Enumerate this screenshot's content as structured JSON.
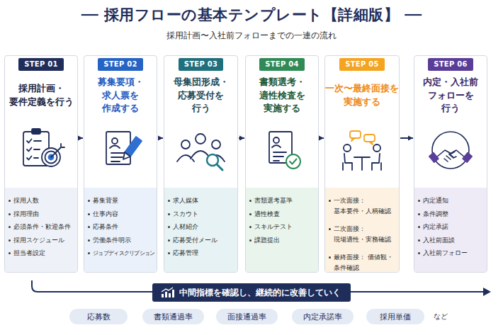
{
  "diagram": {
    "title": "採用フローの基本テンプレート【詳細版】",
    "nodes": [
      {
        "text": [
          "採用計画・ 要件定義を行う"
        ]
      },
      {
        "text": [
          "STEP 01"
        ],
        "in": 0
      },
      {
        "text": [
          "採用人数",
          "採用理由",
          "必須条件・歓迎条件",
          "採用スケジュール",
          "担当者設定"
        ],
        "in": 0
      },
      {
        "text": [
          "募集要項・ 求人票を 作成する"
        ]
      },
      {
        "text": [
          "STEP 02"
        ],
        "in": 3
      },
      {
        "text": [
          "募集背景",
          "仕事内容",
          "応募条件",
          "労働条件明示",
          "ジョブディスクリプション"
        ],
        "in": 3
      },
      {
        "text": [
          "母集団形成・ 応募受付を 行う"
        ]
      },
      {
        "text": [
          "STEP 03"
        ],
        "in": 6
      },
      {
        "text": [
          "求人媒体",
          "スカウト",
          "人材紹介",
          "応募受付メール",
          "応募管理"
        ],
        "in": 6
      },
      {
        "text": [
          "書類選考・ 適性検査を 実施する"
        ]
      },
      {
        "text": [
          "STEP 04"
        ],
        "in": 9
      },
      {
        "text": [
          "書類選考基準",
          "適性検査",
          "スキルテスト",
          "課題提出"
        ],
        "in": 9
      },
      {
        "text": [
          "一次〜最終面接を 実施する"
        ]
      },
      {
        "text": [
          "STEP 05"
        ],
        "in": 12
      },
      {
        "text": [
          "一次面接： 基本要件・人柄確認",
          "二次面接： 現場適性・実務確認",
          "最終面接： 価値観・条件確認"
        ],
        "in": 12
      },
      {
        "text": [
          "内定・入社前 フォローを 行う"
        ]
      },
      {
        "text": [
          "STEP 06"
        ],
        "in": 15
      },
      {
        "text": [
          "内定通知",
          "条件調整",
          "内定承諾",
          "入社前面談",
          "入社前フォロー"
        ],
        "in": 15
      },
      {
        "text": [
          "中間指標を確認し、継続的に改善していく"
        ]
      },
      {
        "text": [
          "応募数"
        ]
      },
      {
        "text": [
          "書類通過率"
        ]
      },
      {
        "text": [
          "面接通過率"
        ]
      },
      {
        "text": [
          "内定承諾率"
        ]
      },
      {
        "text": [
          "採用単価"
        ]
      }
    ],
    "edges": [
      {
        "from": 0,
        "to": 3,
        "arrow": "to"
      },
      {
        "from": 3,
        "to": 6,
        "arrow": "to"
      },
      {
        "from": 6,
        "to": 9,
        "arrow": "to"
      },
      {
        "from": 9,
        "to": 12,
        "arrow": "to"
      },
      {
        "from": 12,
        "to": 15,
        "arrow": "to"
      }
    ],
    "labels": [
      "採用計画〜入社前フォローまでの一連の流れ",
      "など"
    ]
  }
}
